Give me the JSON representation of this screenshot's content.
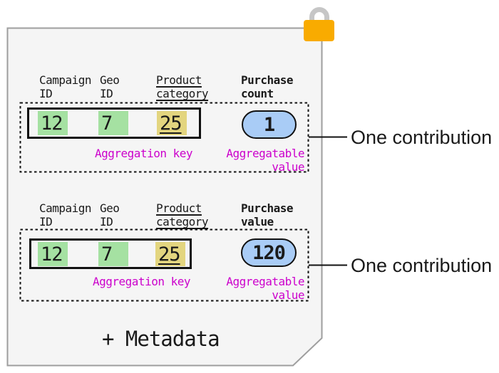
{
  "icons": {
    "lock": "lock-icon"
  },
  "colors": {
    "document_fill": "#f5f5f5",
    "document_border": "#9e9e9e",
    "key_cell_green": "#a5e1a2",
    "key_cell_yellow": "#e3d57f",
    "value_pill_blue": "#a9ccf6",
    "label_magenta": "#cc00cc",
    "lock_body_orange": "#f9ab00",
    "lock_shackle_gray": "#c6c6c6",
    "text": "#1a1a1a"
  },
  "sections": [
    {
      "headers": [
        "Campaign\nID",
        "Geo\nID",
        "Product\ncategory",
        "Purchase\ncount"
      ],
      "key_cells": [
        "12",
        "7",
        "25"
      ],
      "aggregation_key_label": "Aggregation key",
      "aggregatable_value_label": "Aggregatable\nvalue",
      "value": "1",
      "callout_label": "One contribution"
    },
    {
      "headers": [
        "Campaign\nID",
        "Geo\nID",
        "Product\ncategory",
        "Purchase\nvalue"
      ],
      "key_cells": [
        "12",
        "7",
        "25"
      ],
      "aggregation_key_label": "Aggregation key",
      "aggregatable_value_label": "Aggregatable\nvalue",
      "value": "120",
      "callout_label": "One contribution"
    }
  ],
  "footer_label": "+ Metadata"
}
